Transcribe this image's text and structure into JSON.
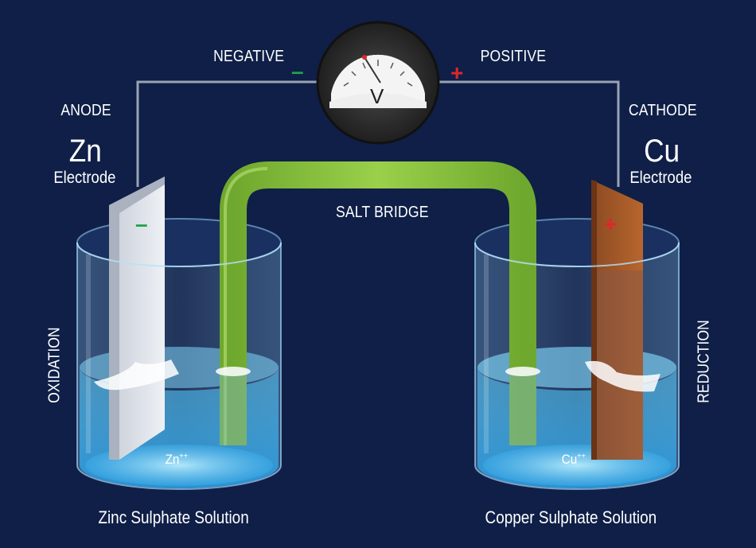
{
  "labels": {
    "negative": "NEGATIVE",
    "positive": "POSITIVE",
    "anode": "ANODE",
    "cathode": "CATHODE",
    "zn_symbol": "Zn",
    "cu_symbol": "Cu",
    "electrode_left": "Electrode",
    "electrode_right": "Electrode",
    "salt_bridge": "SALT BRIDGE",
    "oxidation": "OXIDATION",
    "reduction": "REDUCTION",
    "zn_ion": "Zn",
    "cu_ion": "Cu",
    "ion_charge": "++",
    "zinc_solution": "Zinc Sulphate Solution",
    "copper_solution": "Copper Sulphate Solution",
    "voltmeter_unit": "V",
    "minus_sign": "–",
    "plus_sign": "+"
  },
  "colors": {
    "background": "#0f1f47",
    "salt_bridge": "#8cc63f",
    "copper": "#a0522d",
    "zinc": "#d9dee6",
    "solution": "#3fb6f0",
    "wire": "#9aa3b5",
    "minus": "#1ea34a",
    "plus": "#e0262b"
  }
}
